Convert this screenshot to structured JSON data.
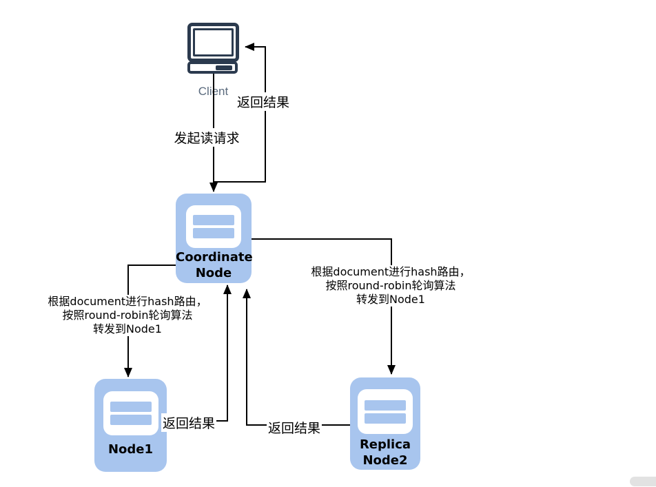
{
  "colors": {
    "canvas_bg": "#ffffff",
    "node_fill": "#a8c5ee",
    "icon_dark": "#2b3a4e",
    "line": "#000000",
    "label_text": "#000000",
    "client_label": "#5a6a7d",
    "scrollbar_thumb": "#e2e2e2"
  },
  "client": {
    "icon": "computer-icon",
    "label": "Client"
  },
  "nodes": {
    "coordinate": {
      "icon": "server-icon",
      "line1": "Coordinate",
      "line2": "Node"
    },
    "node1": {
      "icon": "server-icon",
      "line1": "Node1"
    },
    "replica": {
      "icon": "server-icon",
      "line1": "Replica",
      "line2": "Node2"
    }
  },
  "edges": {
    "read_request": {
      "label": "发起读请求"
    },
    "return_to_client": {
      "label": "返回结果"
    },
    "route_left": {
      "line1": "根据document进行hash路由，",
      "line2": "按照round-robin轮询算法",
      "line3": "转发到Node1"
    },
    "route_right": {
      "line1": "根据document进行hash路由，",
      "line2": "按照round-robin轮询算法",
      "line3": "转发到Node1"
    },
    "return_from_node1": {
      "label": "返回结果"
    },
    "return_from_replica": {
      "label": "返回结果"
    }
  },
  "scrollbar": {
    "orientation": "horizontal"
  }
}
